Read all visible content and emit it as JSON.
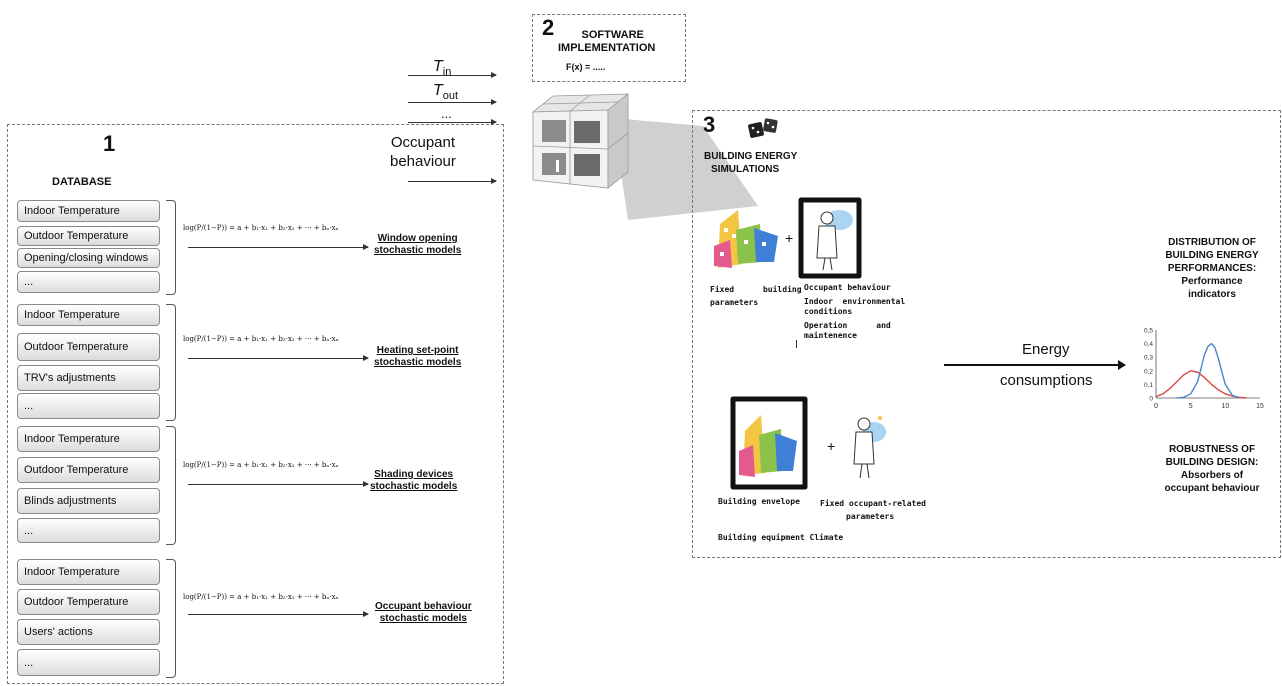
{
  "section1": {
    "number": "1",
    "title": "DATABASE",
    "formula": "log(P/(1−P)) = a + b₁·x₁ + b₂·x₂ + ··· + bₙ·xₙ",
    "groups": [
      {
        "fields": [
          "Indoor Temperature",
          "Outdoor Temperature",
          "Opening/closing windows",
          "..."
        ],
        "model": [
          "Window opening",
          "stochastic models"
        ]
      },
      {
        "fields": [
          "Indoor Temperature",
          "Outdoor Temperature",
          "TRV's adjustments",
          "..."
        ],
        "model": [
          "Heating set-point",
          "stochastic models"
        ]
      },
      {
        "fields": [
          "Indoor Temperature",
          "Outdoor Temperature",
          "Blinds adjustments",
          "..."
        ],
        "model": [
          "Shading devices",
          "stochastic models"
        ]
      },
      {
        "fields": [
          "Indoor Temperature",
          "Outdoor Temperature",
          "Users' actions",
          "..."
        ],
        "model": [
          "Occupant behaviour",
          "stochastic models"
        ]
      }
    ]
  },
  "inputs": {
    "t_in": "T",
    "t_in_sub": "in",
    "t_out": "T",
    "t_out_sub": "out",
    "dots": "...",
    "occupant_line1": "Occupant",
    "occupant_line2": "behaviour"
  },
  "section2": {
    "number": "2",
    "title_line1": "SOFTWARE",
    "title_line2": "IMPLEMENTATION",
    "formula": "F(x) = ....."
  },
  "section3": {
    "number": "3",
    "title_line1": "BUILDING  ENERGY",
    "title_line2": "SIMULATIONS",
    "top_left_label1": "Fixed      building",
    "top_left_label2": "parameters",
    "top_right_label1": "Occupant behaviour",
    "top_right_label2": "Indoor  environmental",
    "top_right_label3": "conditions",
    "top_right_label4": "Operation      and",
    "top_right_label5": "maintenence",
    "bottom_left_label": "Building envelope",
    "bottom_right_label1": "Fixed occupant-related",
    "bottom_right_label2": "parameters",
    "bottom_line": "Building equipment Climate",
    "plus": "+",
    "arrow_line1": "Energy",
    "arrow_line2": "consumptions",
    "dist_title": [
      "DISTRIBUTION OF",
      "BUILDING ENERGY",
      "PERFORMANCES:",
      "Performance",
      "indicators"
    ],
    "robust_title": [
      "ROBUSTNESS OF",
      "BUILDING DESIGN:",
      "Absorbers of",
      "occupant behaviour"
    ]
  },
  "chart_data": {
    "type": "line",
    "xlim": [
      0,
      15
    ],
    "ylim": [
      0,
      0.5
    ],
    "xticks": [
      "0",
      "5",
      "10",
      "15"
    ],
    "yticks": [
      "0",
      "0,1",
      "0,2",
      "0,3",
      "0,4",
      "0,5"
    ],
    "series": [
      {
        "color": "#d8493f",
        "x": [
          0,
          1,
          2,
          3,
          4,
          5,
          6,
          7,
          8,
          9,
          10,
          11,
          12,
          13
        ],
        "y": [
          0.01,
          0.03,
          0.07,
          0.12,
          0.17,
          0.2,
          0.19,
          0.15,
          0.1,
          0.06,
          0.03,
          0.015,
          0.005,
          0.0
        ]
      },
      {
        "color": "#4a86c5",
        "x": [
          3,
          4,
          5,
          6,
          6.5,
          7,
          7.5,
          8,
          8.5,
          9,
          9.5,
          10,
          11,
          12
        ],
        "y": [
          0.0,
          0.005,
          0.03,
          0.12,
          0.22,
          0.32,
          0.38,
          0.4,
          0.37,
          0.29,
          0.19,
          0.1,
          0.02,
          0.0
        ]
      }
    ]
  }
}
